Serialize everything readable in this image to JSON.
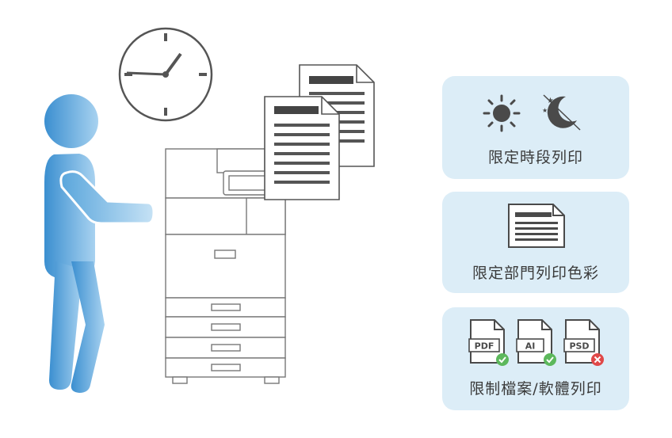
{
  "cards": [
    {
      "label": "限定時段列印",
      "icons": [
        "sun-icon",
        "moon-night-icon"
      ]
    },
    {
      "label": "限定部門列印色彩",
      "icons": [
        "color-document-icon"
      ]
    },
    {
      "label": "限制檔案/軟體列印",
      "icons": [
        "pdf-file-icon",
        "ai-file-icon",
        "psd-file-icon"
      ]
    }
  ],
  "files": {
    "pdf": "PDF",
    "ai": "AI",
    "psd": "PSD"
  },
  "colors": {
    "card_bg": "#dcedf7",
    "person_blue": "#4a9ed8",
    "check_green": "#5cb85c",
    "deny_red": "#e04848",
    "ink": "#4a4a4a"
  }
}
